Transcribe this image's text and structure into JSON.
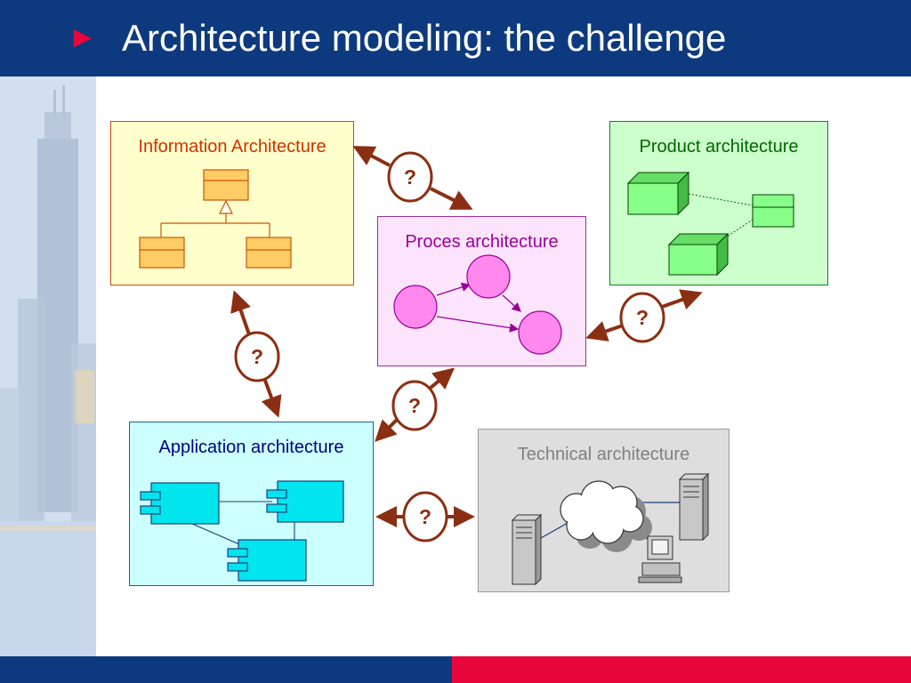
{
  "slide": {
    "bullet": "►",
    "title": "Architecture modeling: the challenge"
  },
  "boxes": {
    "information": {
      "title": "Information Architecture"
    },
    "product": {
      "title": "Product architecture"
    },
    "proces": {
      "title": "Proces architecture"
    },
    "application": {
      "title": "Application architecture"
    },
    "technical": {
      "title": "Technical architecture"
    }
  },
  "relations": {
    "info_proces": "?",
    "proces_product": "?",
    "info_application": "?",
    "proces_application": "?",
    "application_technical": "?"
  },
  "colors": {
    "header": "#0d3a7e",
    "accent_red": "#e8063a",
    "arrow": "#8b2f12"
  }
}
